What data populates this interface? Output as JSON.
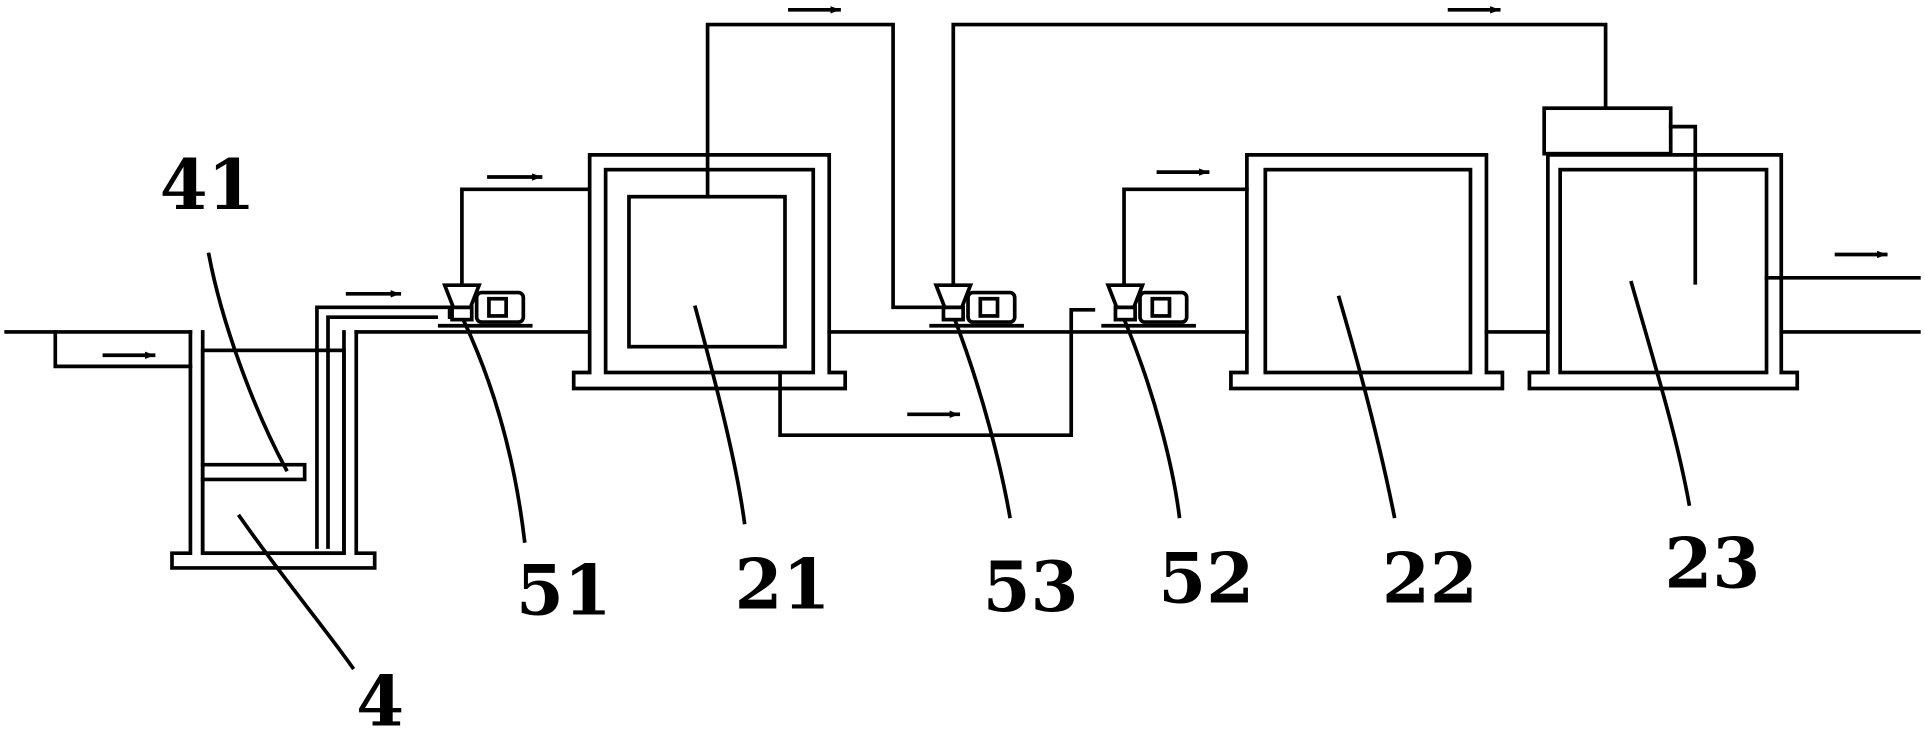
{
  "labels": {
    "sump": "4",
    "baffle": "41",
    "tank_a": "21",
    "tank_b": "22",
    "tank_c": "23",
    "pump_1": "51",
    "pump_2": "52",
    "pump_3": "53"
  }
}
